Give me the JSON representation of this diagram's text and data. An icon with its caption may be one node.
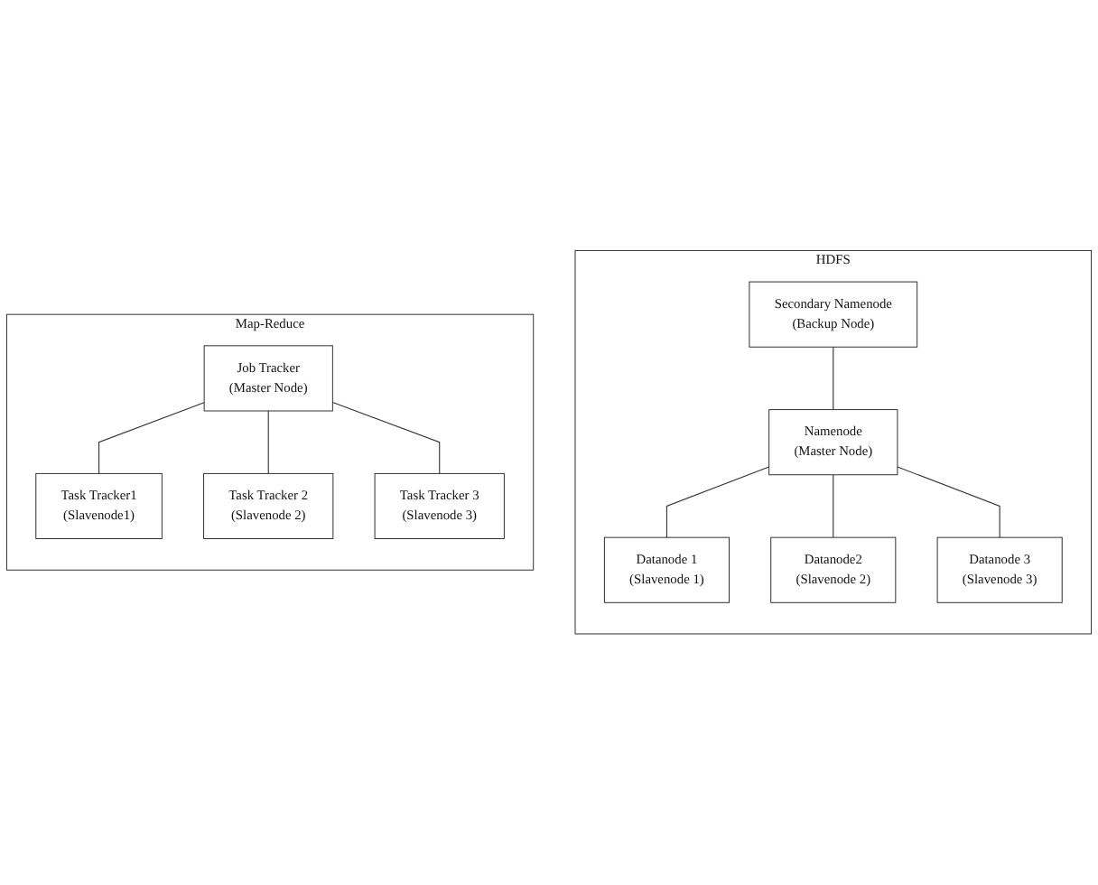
{
  "diagram": {
    "nodes": [
      {
        "text": [
          "HDFS"
        ]
      },
      {
        "text": [
          "Secondary Namenode",
          "(Backup Node)"
        ],
        "in": 0
      },
      {
        "text": [
          "Namenode",
          "(Master Node)"
        ],
        "in": 0
      },
      {
        "text": [
          "Datanode 1",
          "(Slavenode 1)"
        ],
        "in": 0
      },
      {
        "text": [
          "Datanode2",
          "(Slavenode 2)"
        ],
        "in": 0
      },
      {
        "text": [
          "Datanode 3",
          "(Slavenode 3)"
        ],
        "in": 0
      },
      {
        "text": [
          "Map-Reduce"
        ]
      },
      {
        "text": [
          "Job Tracker",
          "(Master Node)"
        ],
        "in": 6
      },
      {
        "text": [
          "Task Tracker1",
          "(Slavenode1)"
        ],
        "in": 6
      },
      {
        "text": [
          "Task Tracker 3",
          "(Slavenode 3)"
        ],
        "in": 6
      },
      {
        "text": [
          "Task Tracker 2",
          "(Slavenode 2)"
        ],
        "in": 6
      }
    ],
    "edges": [
      {
        "from": 1,
        "to": 2,
        "arrow": "none"
      },
      {
        "from": 2,
        "to": 3,
        "arrow": "none"
      },
      {
        "from": 2,
        "to": 4,
        "arrow": "none"
      },
      {
        "from": 2,
        "to": 5,
        "arrow": "none"
      },
      {
        "from": 7,
        "to": 8,
        "arrow": "none"
      },
      {
        "from": 7,
        "to": 10,
        "arrow": "none"
      },
      {
        "from": 7,
        "to": 9,
        "arrow": "none"
      }
    ]
  }
}
